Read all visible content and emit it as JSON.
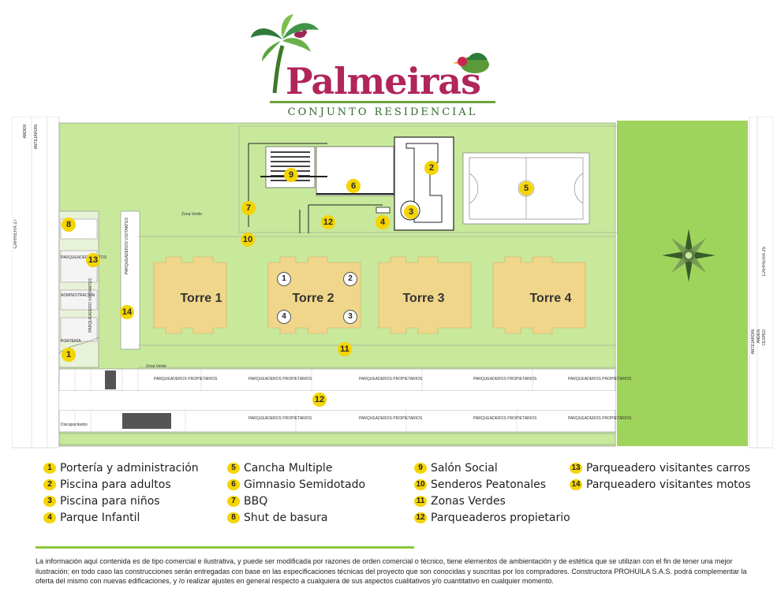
{
  "header": {
    "brand": "Palmeiras",
    "subtitle": "CONJUNTO RESIDENCIAL"
  },
  "map": {
    "towers": [
      "Torre 1",
      "Torre 2",
      "Torre 3",
      "Torre 4"
    ],
    "streets": {
      "left": "CARRERA 27",
      "right": "CARRERA 25",
      "left_anden": "ANDEN",
      "left_antejardin": "ANTEJARDIN",
      "right_antejardin": "ANTEJARDIN",
      "right_anden": "ANDEN",
      "right_cesped": "CESPED"
    },
    "area_labels": {
      "parqueadero_motos": "PARQUEADERO MOTOS",
      "parqueadero_visitantes": "PARQUEADEROS VISITANTES",
      "administracion": "ADMINISTRACIÓN",
      "porteria": "PORTERÍA",
      "parqueadero_visitantes_motos": "PARQUEADERO VISITANTES",
      "parqueaderos_propietarios": "PARQUEADEROS PROPIETARIOS",
      "zona_verde": "Zona Verde",
      "discapacitados": "Discapacitados"
    },
    "badges": {
      "b1": "1",
      "b2": "2",
      "b3": "3",
      "b4": "4",
      "b5": "5",
      "b6": "6",
      "b7": "7",
      "b8": "8",
      "b9": "9",
      "b10": "10",
      "b11": "11",
      "b12a": "12",
      "b12b": "12",
      "b13": "13",
      "b14": "14"
    },
    "tower2_sub": [
      "1",
      "2",
      "4",
      "3"
    ]
  },
  "legend": [
    {
      "num": "1",
      "label": "Portería y administración"
    },
    {
      "num": "2",
      "label": "Piscina para adultos"
    },
    {
      "num": "3",
      "label": "Piscina para niños"
    },
    {
      "num": "4",
      "label": "Parque Infantil"
    },
    {
      "num": "5",
      "label": "Cancha Multiple"
    },
    {
      "num": "6",
      "label": "Gimnasio Semidotado"
    },
    {
      "num": "7",
      "label": "BBQ"
    },
    {
      "num": "8",
      "label": "Shut de basura"
    },
    {
      "num": "9",
      "label": "Salón Social"
    },
    {
      "num": "10",
      "label": "Senderos Peatonales"
    },
    {
      "num": "11",
      "label": "Zonas Verdes"
    },
    {
      "num": "12",
      "label": "Parqueaderos propietario"
    },
    {
      "num": "13",
      "label": "Parqueadero visitantes carros"
    },
    {
      "num": "14",
      "label": "Parqueadero visitantes motos"
    }
  ],
  "disclaimer": "La información aquí contenida es de tipo comercial e ilustrativa, y puede ser modificada por razones de orden comercial o técnico, tiene elementos de ambientación y de estética que se utilizan con el fin de tener una mejor ilustración; en todo caso las construcciones serán entregadas con base en las especificaciones técnicas del proyecto que son conocidas y suscritas por los compradores. Constructora PROHUILA S.A.S. podrá complementar la oferta del mismo con nuevas edificaciones, y /o realizar ajustes en general respecto a cualquiera de sus aspectos cualitativos y/o cuantitativo en cualquier momento.",
  "colors": {
    "lawn": "#c8e89c",
    "lawn_dark": "#9fd45c",
    "tower": "#f0d68a",
    "pool": "#ffffff",
    "badge": "#f5d400",
    "brand": "#b0255a",
    "accent_green": "#8cc63f"
  }
}
